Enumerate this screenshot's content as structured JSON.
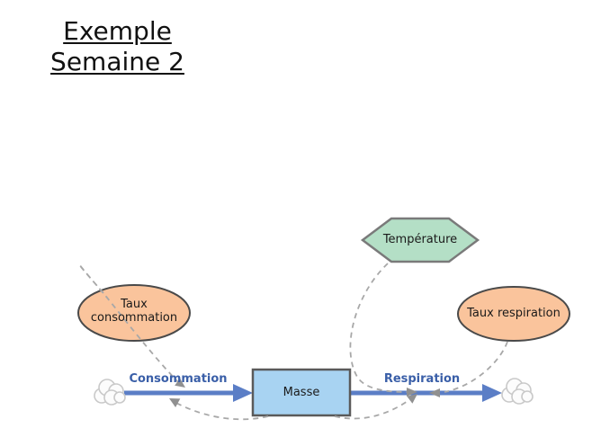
{
  "slide": {
    "title_line1": "Exemple",
    "title_line2": "Semaine 2"
  },
  "diagram": {
    "stock": {
      "label": "Masse",
      "shape": "rectangle"
    },
    "flows": {
      "inflow_label": "Consommation",
      "outflow_label": "Respiration"
    },
    "converters": {
      "temperature": {
        "label": "Température",
        "shape": "hexagon"
      },
      "taux_consommation": {
        "label_line1": "Taux",
        "label_line2": "consommation",
        "shape": "ellipse"
      },
      "taux_respiration": {
        "label": "Taux respiration",
        "shape": "ellipse"
      }
    },
    "connectors": [
      {
        "from": "taux_consommation",
        "to": "consommation-flow"
      },
      {
        "from": "masse",
        "to": "consommation-flow"
      },
      {
        "from": "temperature",
        "to": "respiration-flow"
      },
      {
        "from": "masse",
        "to": "respiration-flow"
      },
      {
        "from": "taux_respiration",
        "to": "respiration-flow"
      }
    ],
    "sources_sinks": [
      "cloud-left",
      "cloud-right"
    ]
  },
  "colors": {
    "converter_fill": "#FAC49C",
    "temperature_fill": "#B4DFC6",
    "stock_fill": "#A8D3F2",
    "flow_blue": "#5B7EC6",
    "flow_label_blue": "#3A5FA8",
    "connector_gray": "#A8A8A8",
    "shape_border": "#4D4D4D"
  }
}
